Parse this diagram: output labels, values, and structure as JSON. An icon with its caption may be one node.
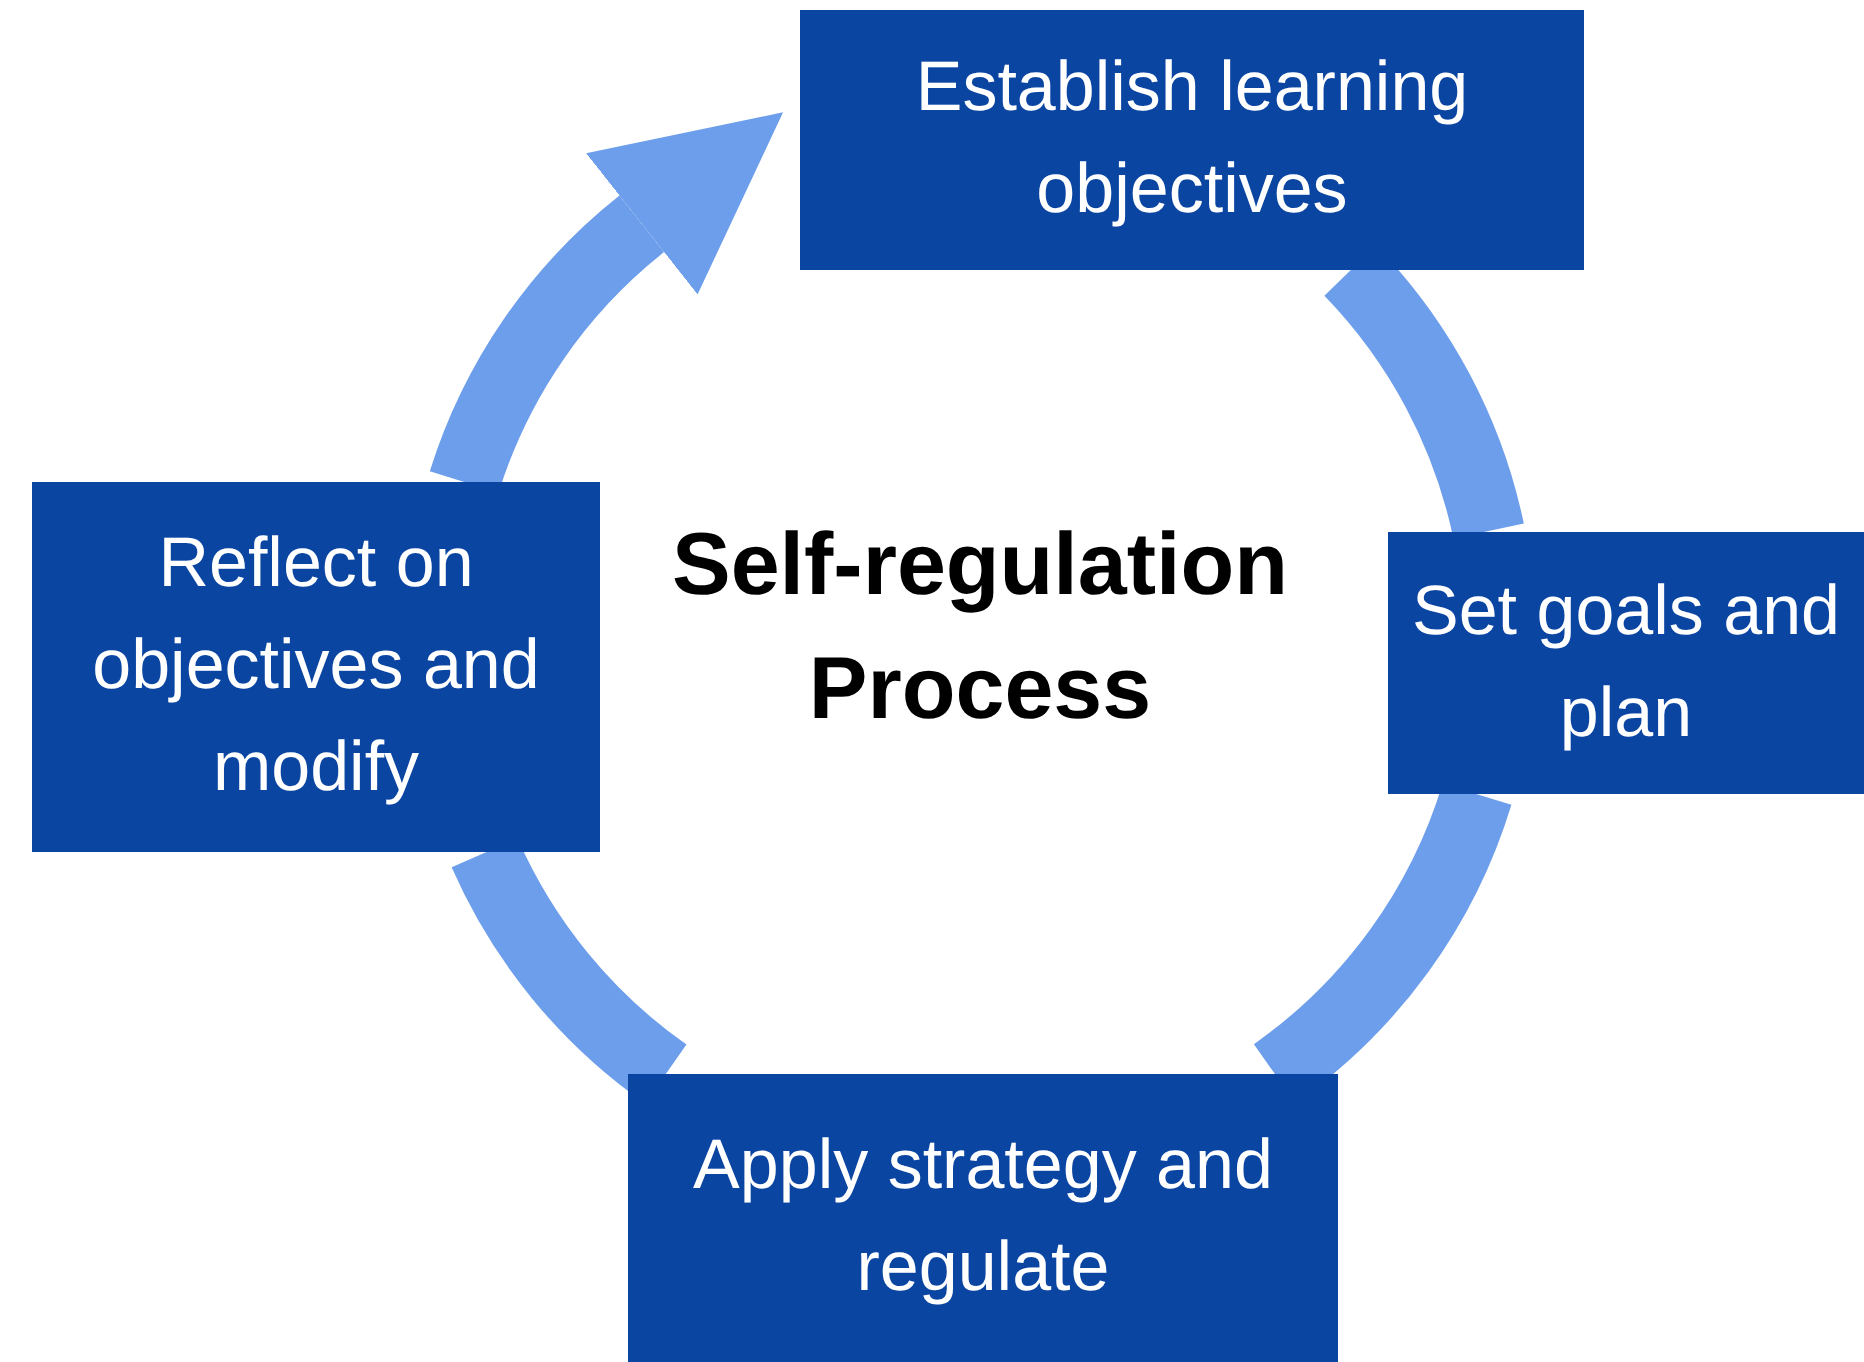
{
  "diagram": {
    "title": "Self-regulation Process",
    "nodes": [
      {
        "text": [
          "Establish learning objectives"
        ]
      },
      {
        "text": [
          "Set goals and plan"
        ]
      },
      {
        "text": [
          "Apply strategy and regulate"
        ]
      },
      {
        "text": [
          "Reflect on objectives and modify"
        ]
      }
    ],
    "edges": [
      {
        "from": 0,
        "to": 1,
        "arrow": "none"
      },
      {
        "from": 1,
        "to": 2,
        "arrow": "none"
      },
      {
        "from": 2,
        "to": 3,
        "arrow": "none"
      },
      {
        "from": 3,
        "to": 0,
        "arrow": "to"
      }
    ]
  }
}
